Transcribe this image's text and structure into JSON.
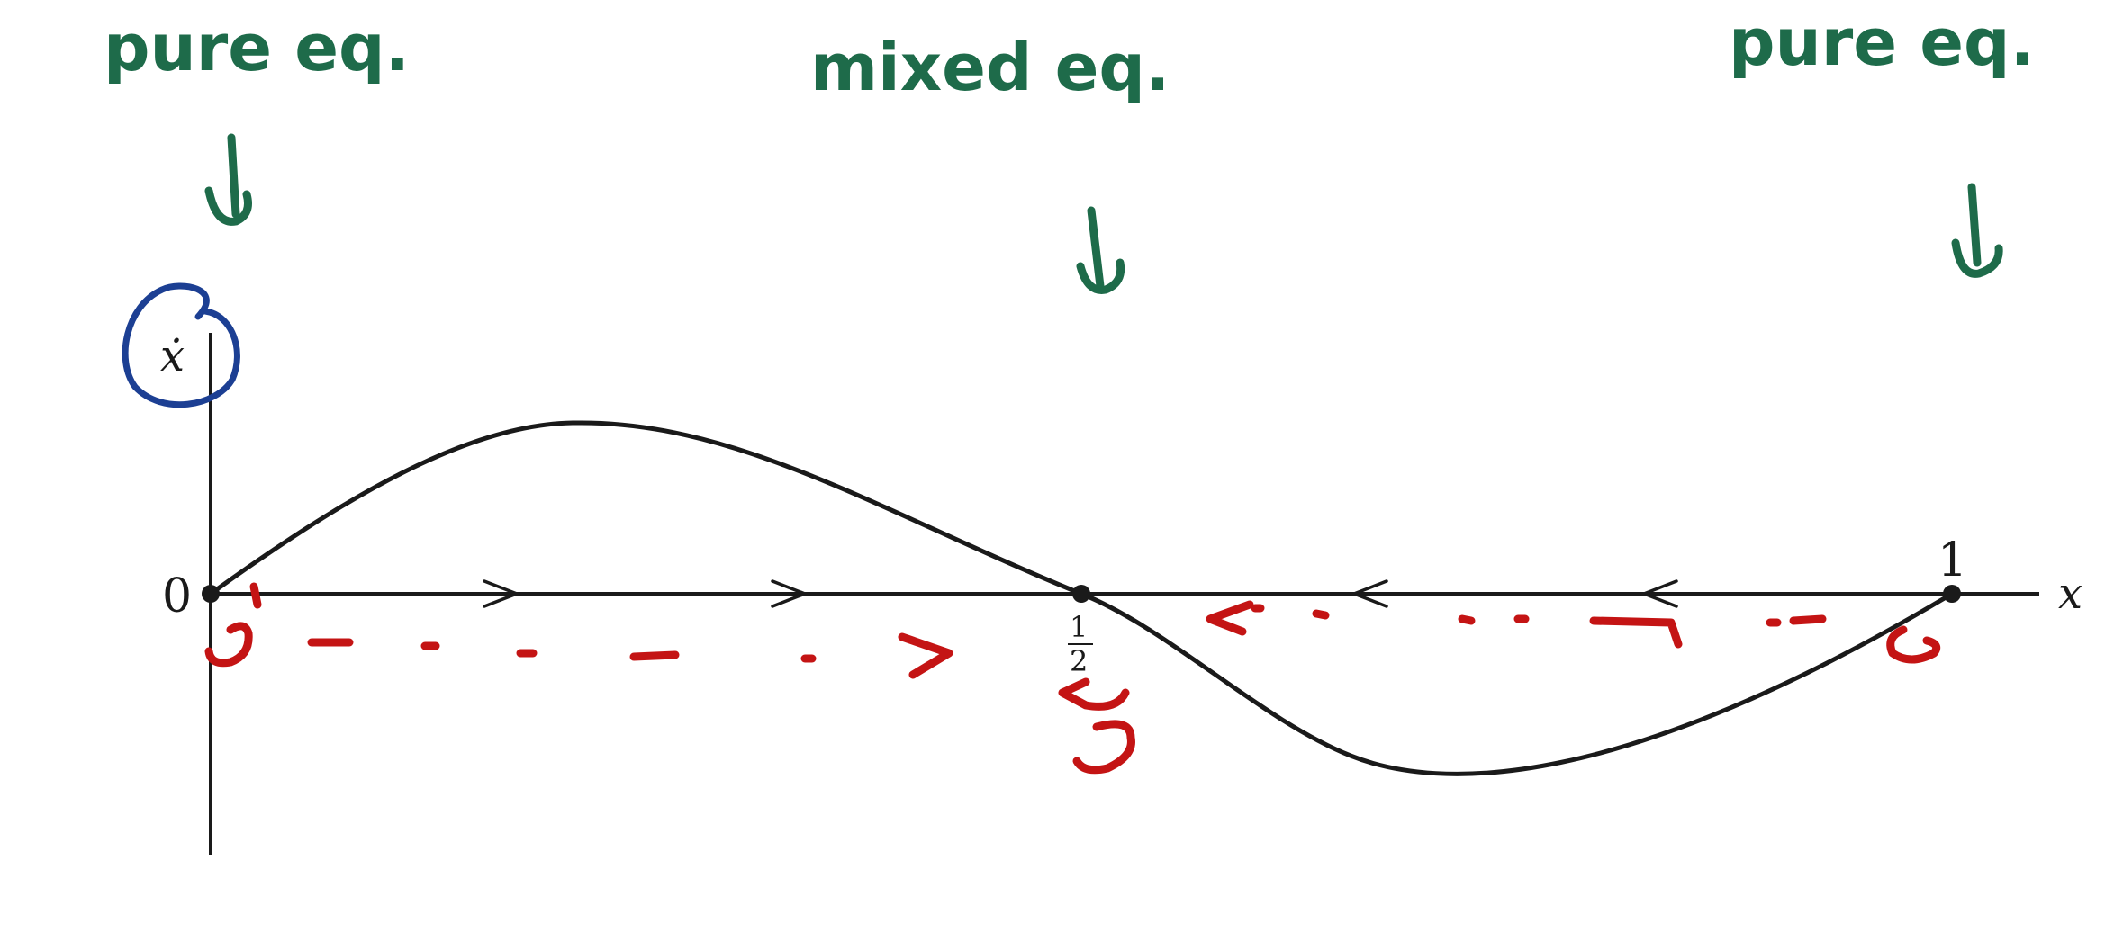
{
  "diagram": {
    "annotations": {
      "left_label": "pure eq.",
      "middle_label": "mixed eq.",
      "right_label": "pure eq."
    },
    "axes": {
      "y_label": "ẋ",
      "x_label": "x",
      "origin_label": "0",
      "right_end_label": "1",
      "mid_label_num": "1",
      "mid_label_den": "2"
    },
    "colors": {
      "ink": "#1a1a1a",
      "annotation_green": "#1e6b4a",
      "circle_blue": "#1c3f93",
      "flow_red": "#c41414"
    },
    "equilibria": [
      "0",
      "1/2",
      "1"
    ]
  }
}
